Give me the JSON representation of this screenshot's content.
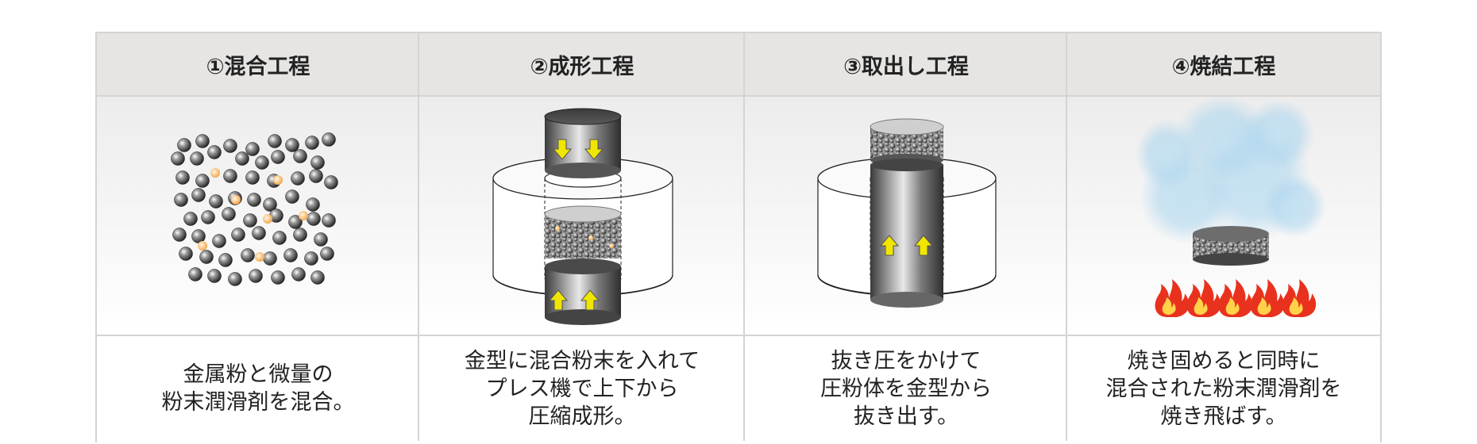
{
  "steps": [
    {
      "title": "①混合工程",
      "caption": [
        "金属粉と微量の",
        "粉末潤滑剤を混合。"
      ]
    },
    {
      "title": "②成形工程",
      "caption": [
        "金型に混合粉末を入れて",
        "プレス機で上下から",
        "圧縮成形。"
      ]
    },
    {
      "title": "③取出し工程",
      "caption": [
        "抜き圧をかけて",
        "圧粉体を金型から",
        "抜き出す。"
      ]
    },
    {
      "title": "④焼結工程",
      "caption": [
        "焼き固めると同時に",
        "混合された粉末潤滑剤を",
        "焼き飛ばす。"
      ]
    }
  ],
  "colors": {
    "header_bg": "#e7e5e3",
    "border": "#d4d4d4",
    "arrow": "#f0e600",
    "lubricant": "#f4b46a",
    "flame": "#e8321e"
  },
  "icons": [
    "metal-powder-particle",
    "lubricant-particle",
    "upper-punch",
    "lower-punch",
    "die",
    "green-compact",
    "arrow-up-icon",
    "arrow-down-icon",
    "steam",
    "flame-icon"
  ]
}
